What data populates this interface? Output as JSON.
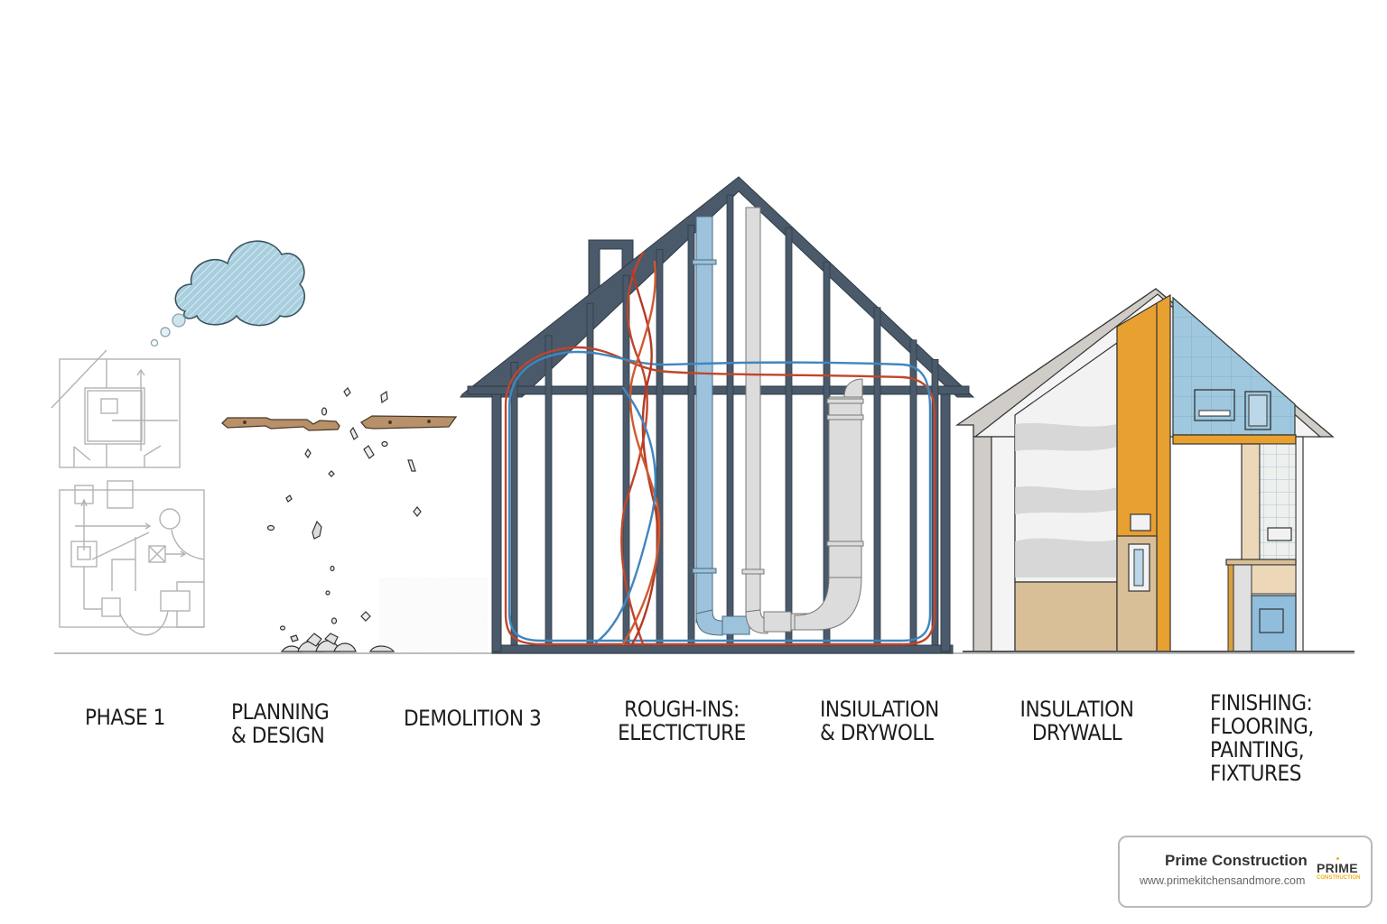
{
  "diagram": {
    "title": "Home renovation construction phases",
    "phases": [
      {
        "id": "phase-1",
        "label": "PHASE 1"
      },
      {
        "id": "planning-design",
        "label": "PLANNING\n& DESIGN"
      },
      {
        "id": "demolition",
        "label": "DEMOLITION 3"
      },
      {
        "id": "rough-ins",
        "label": "ROUGH-INS:\nELECTICTURE"
      },
      {
        "id": "insulation-drywoll",
        "label": "INSIULATION\n& DRYWOLL"
      },
      {
        "id": "insulation-drywall",
        "label": "INSULATION\nDRYWALL"
      },
      {
        "id": "finishing",
        "label": "FINISHING:\nFLOORING,\nPAINTING,\nFIXTURES"
      }
    ],
    "illustrations": [
      {
        "id": "planning",
        "icons": [
          "thought-cloud",
          "floor-plan-sketch"
        ]
      },
      {
        "id": "demolition",
        "icons": [
          "broken-plank",
          "debris-pile"
        ]
      },
      {
        "id": "rough-ins",
        "icons": [
          "house-frame",
          "electrical-wires",
          "plumbing-pipes",
          "chimney"
        ]
      },
      {
        "id": "finishing",
        "icons": [
          "house-cutaway",
          "insulation",
          "tiled-wall",
          "kitchen-cabinet",
          "oven"
        ]
      }
    ],
    "colors": {
      "frame": "#4a5a6b",
      "wire_red": "#c0452a",
      "wire_blue": "#3f86c0",
      "pipe_blue": "#9cc3db",
      "pipe_gray": "#d9d9d9",
      "cloud": "#a9cfdf",
      "wood": "#b8906a",
      "orange": "#e8a030",
      "tile_blue": "#9fc8de",
      "beige": "#d8bf98",
      "ground": "#bdbdbd"
    }
  },
  "brand": {
    "name": "Prime Construction",
    "url": "www.primekitchensandmore.com",
    "logo_top": "PRIME",
    "logo_bottom": "CONSTRUCTION",
    "accent": "#f2b01e"
  }
}
